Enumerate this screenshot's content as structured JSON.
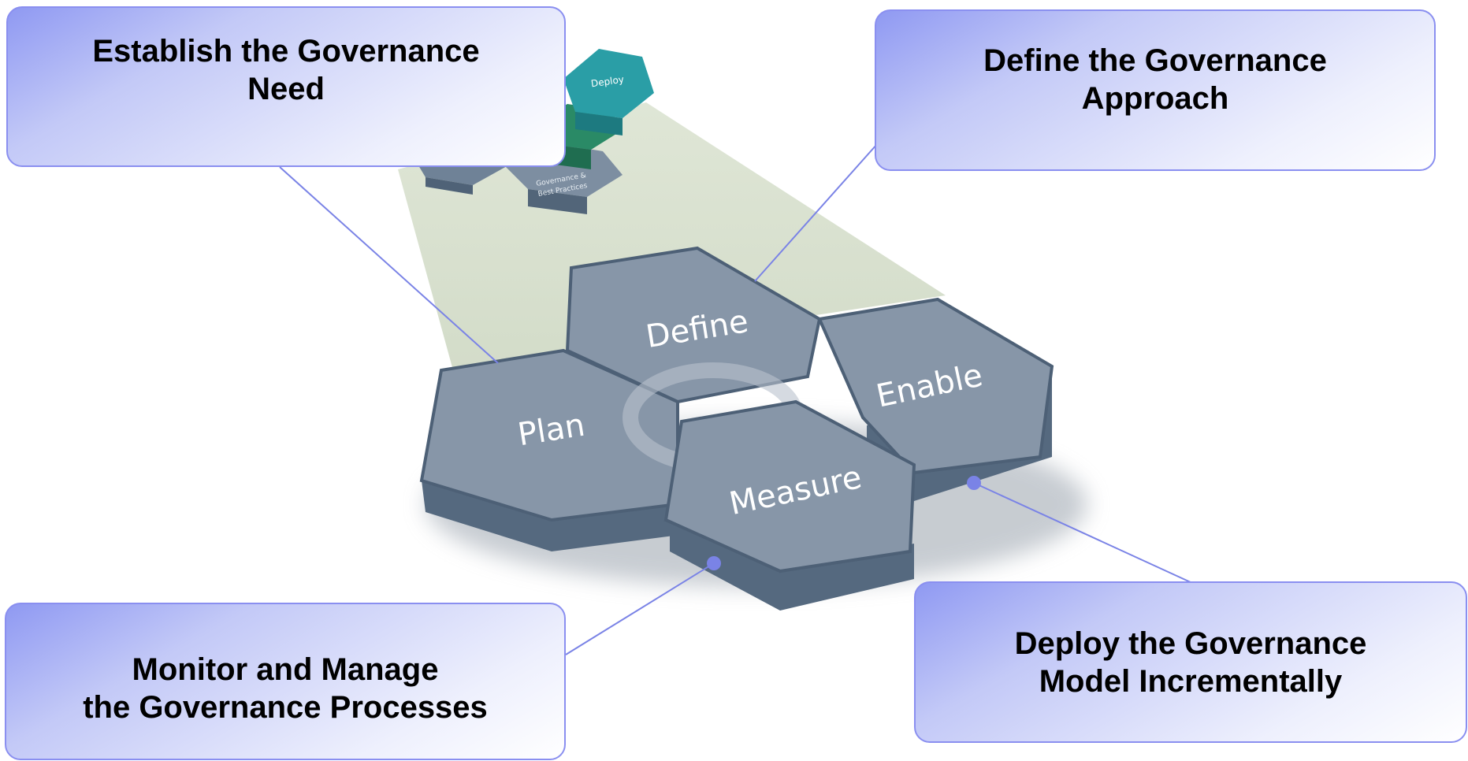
{
  "callouts": {
    "establish": {
      "line1": "Establish the Governance",
      "line2": "Need"
    },
    "define": {
      "line1": "Define the Governance",
      "line2": "Approach"
    },
    "monitor": {
      "line1": "Monitor and Manage",
      "line2": "the Governance Processes"
    },
    "deploy": {
      "line1": "Deploy the Governance",
      "line2": "Model Incrementally"
    }
  },
  "hexagons": {
    "define": "Define",
    "plan": "Plan",
    "enable": "Enable",
    "measure": "Measure"
  },
  "mini_diagram": {
    "deploy": "Deploy",
    "governance_line1": "Governance &",
    "governance_line2": "Best Practices"
  },
  "colors": {
    "hex_top": "#8796a8",
    "hex_side": "#55697f",
    "hex_edge": "#4d6076",
    "callout_border": "#8a8ff0",
    "callout_gradient_start": "#8f99f2",
    "connector": "#7a83e6",
    "beam": "#d6dfcd",
    "mini_teal": "#2a9ea6",
    "mini_green": "#2a8a66"
  }
}
